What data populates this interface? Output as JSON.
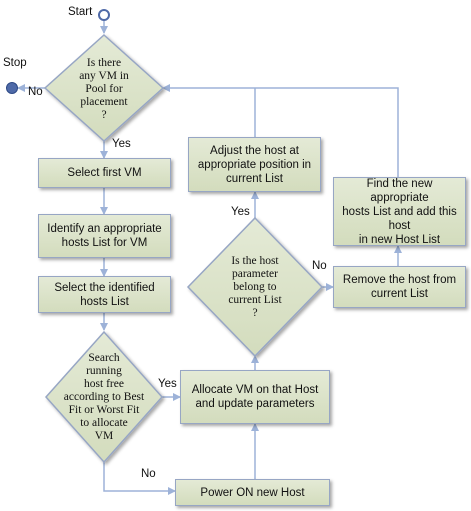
{
  "terminals": {
    "start": "Start",
    "stop": "Stop"
  },
  "decisions": {
    "vm_in_pool": "Is there\nany VM in\nPool for\nplacement\n?",
    "host_param": "Is the host\nparameter\nbelong to\ncurrent List\n?",
    "search_host": "Search\nrunning\nhost free\naccording to Best\nFit or Worst Fit\nto allocate\nVM"
  },
  "processes": {
    "select_first_vm": "Select first VM",
    "identify_hosts_list": "Identify an appropriate\nhosts List for VM",
    "select_hosts_list": "Select  the identified\nhosts List",
    "allocate_vm": "Allocate VM on that Host\nand update parameters",
    "power_on": "Power ON  new Host",
    "adjust_host": "Adjust the host at\nappropriate position in\ncurrent List",
    "remove_host": "Remove the host from\ncurrent List",
    "find_new_list": "Find the new  appropriate\nhosts List and add this host\nin new Host List"
  },
  "edge_labels": {
    "no_stop": "No",
    "yes_select": "Yes",
    "yes_adjust": "Yes",
    "no_remove": "No",
    "yes_allocate": "Yes",
    "no_power": "No"
  },
  "colors": {
    "box_fill": "#d9e1c6",
    "box_border": "#97a6c4",
    "line": "#9db2d8",
    "terminal": "#4f6aa8"
  }
}
